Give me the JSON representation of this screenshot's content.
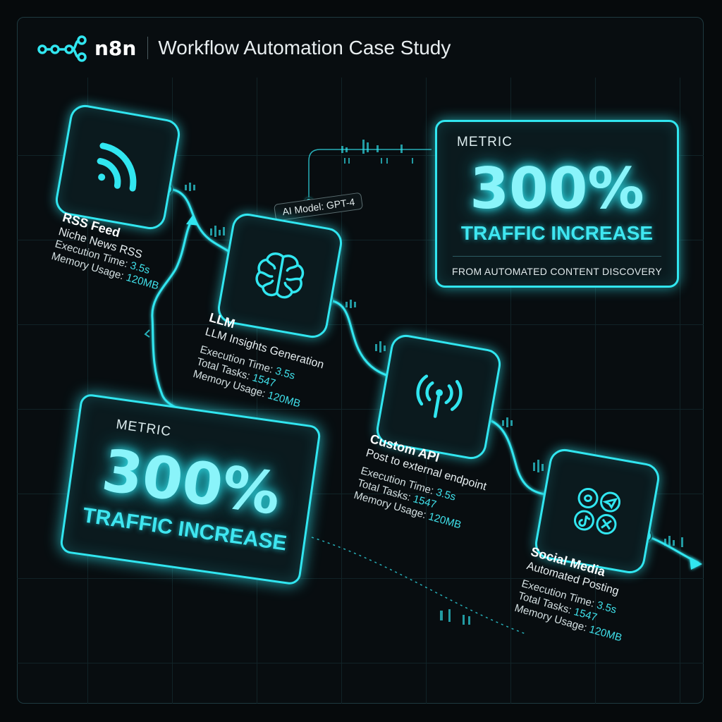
{
  "header": {
    "logo_text": "n8n",
    "title": "Workflow Automation Case Study"
  },
  "colors": {
    "accent": "#31e6f0",
    "background": "#060a0c",
    "panel": "#0b1a1e"
  },
  "model_tag": "AI Model: GPT-4",
  "nodes": [
    {
      "icon": "rss-icon",
      "name": "RSS Feed",
      "subtitle": "Niche News RSS",
      "stats": [
        {
          "label": "Execution Time:",
          "value": "3.5s"
        },
        {
          "label": "Memory Usage:",
          "value": "120MB"
        }
      ]
    },
    {
      "icon": "brain-icon",
      "name": "LLM",
      "subtitle": "LLM Insights Generation",
      "stats": [
        {
          "label": "Execution Time:",
          "value": "3.5s"
        },
        {
          "label": "Total Tasks:",
          "value": "1547"
        },
        {
          "label": "Memory Usage:",
          "value": "120MB"
        }
      ]
    },
    {
      "icon": "antenna-icon",
      "name": "Custom API",
      "subtitle": "Post to external endpoint",
      "stats": [
        {
          "label": "Execution Time:",
          "value": "3.5s"
        },
        {
          "label": "Total Tasks:",
          "value": "1547"
        },
        {
          "label": "Memory Usage:",
          "value": "120MB"
        }
      ]
    },
    {
      "icon": "social-icons",
      "name": "Social Media",
      "subtitle": "Automated Posting",
      "stats": [
        {
          "label": "Execution Time:",
          "value": "3.5s"
        },
        {
          "label": "Total Tasks:",
          "value": "1547"
        },
        {
          "label": "Memory Usage:",
          "value": "120MB"
        }
      ]
    }
  ],
  "metric_top": {
    "label": "METRIC",
    "value": "300%",
    "caption": "TRAFFIC INCREASE",
    "footnote": "FROM AUTOMATED CONTENT DISCOVERY"
  },
  "metric_bottom": {
    "label": "METRIC",
    "value": "300%",
    "caption": "TRAFFIC INCREASE"
  }
}
